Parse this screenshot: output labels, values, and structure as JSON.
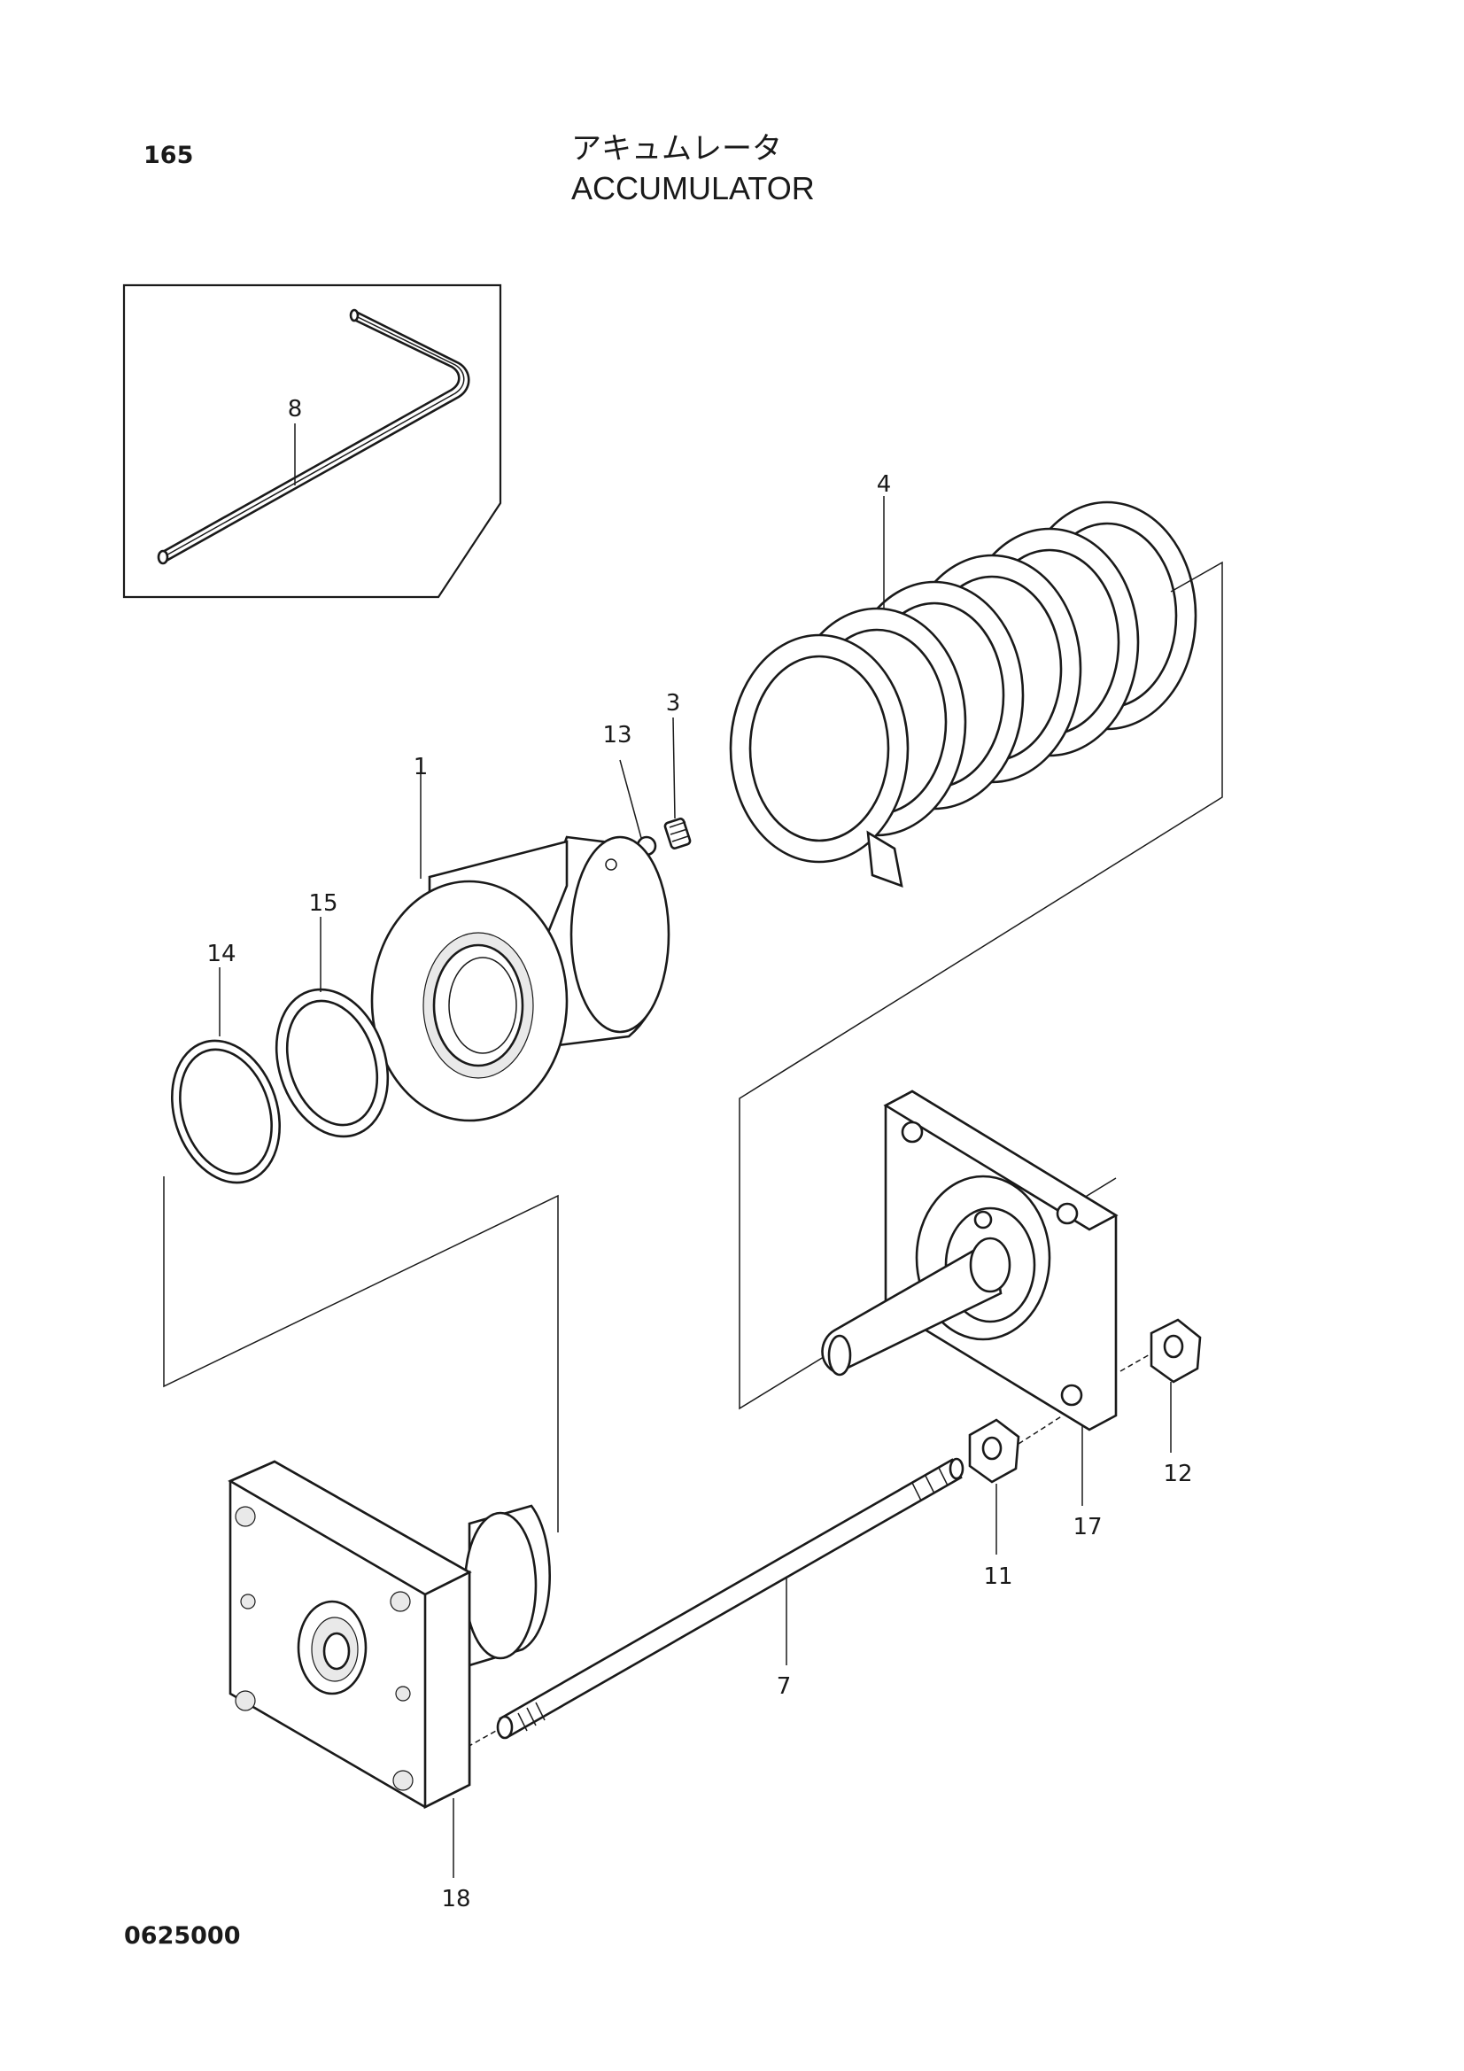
{
  "header": {
    "page_number": "165",
    "title_jp": "アキュムレータ",
    "title_en": "ACCUMULATOR"
  },
  "footer": {
    "doc_code": "0625000"
  },
  "callouts": [
    {
      "id": "8",
      "label": "8"
    },
    {
      "id": "4",
      "label": "4"
    },
    {
      "id": "3",
      "label": "3"
    },
    {
      "id": "13",
      "label": "13"
    },
    {
      "id": "1",
      "label": "1"
    },
    {
      "id": "15",
      "label": "15"
    },
    {
      "id": "14",
      "label": "14"
    },
    {
      "id": "12",
      "label": "12"
    },
    {
      "id": "17",
      "label": "17"
    },
    {
      "id": "11",
      "label": "11"
    },
    {
      "id": "7",
      "label": "7"
    },
    {
      "id": "18",
      "label": "18"
    }
  ],
  "colors": {
    "ink": "#1a1a1a",
    "paper": "#ffffff"
  }
}
